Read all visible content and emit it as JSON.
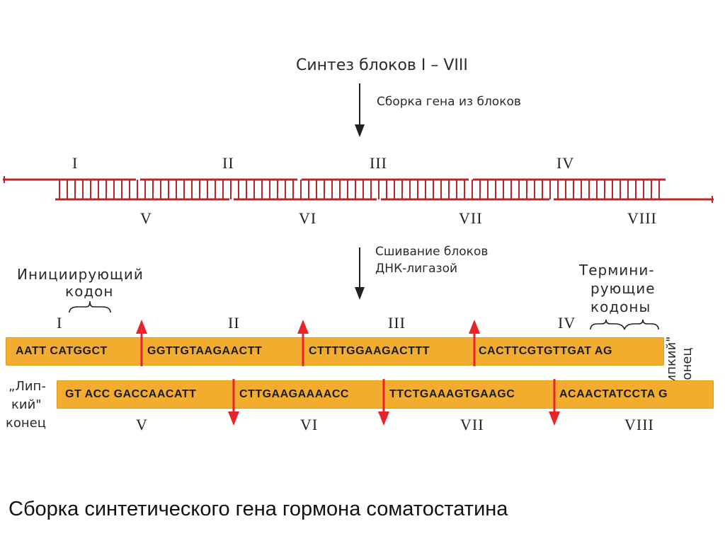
{
  "header": {
    "synthesis": "Синтез блоков I – VIII",
    "assembly": "Сборка гена из блоков"
  },
  "ladder": {
    "top_labels": [
      "I",
      "II",
      "III",
      "IV"
    ],
    "bottom_labels": [
      "V",
      "VI",
      "VII",
      "VIII"
    ]
  },
  "ligation": {
    "line1": "Сшивание блоков",
    "line2": "ДНК-лигазой"
  },
  "annotations": {
    "init_line1": "Инициирующий",
    "init_line2": "кодон",
    "term_line1": "Термини-",
    "term_line2": "рующие",
    "term_line3": "кодоны",
    "sticky_right": "„Липкий\" конец",
    "sticky_left_line1": "„Лип-",
    "sticky_left_line2": "кий\"",
    "sticky_left_line3": "конец"
  },
  "top_strand": {
    "labels": [
      "I",
      "II",
      "III",
      "IV"
    ],
    "segments": [
      "AATT CATGGCT",
      "GGTTGTAAGAACTT",
      "CTTTTGGAAGACTTT",
      "CACTTCGTGTTGAT AG"
    ]
  },
  "bottom_strand": {
    "labels": [
      "V",
      "VI",
      "VII",
      "VIII"
    ],
    "segments": [
      "GT ACC GACCAACATT",
      "CTTGAAGAAAACC",
      "TTCTGAAAGTGAAGC",
      "ACAACTATCCTA G"
    ]
  },
  "caption": "Сборка синтетического гена гормона соматостатина",
  "colors": {
    "ladder": "#b8262a",
    "strand": "#f2ad2f",
    "arrow": "#e8232a"
  }
}
